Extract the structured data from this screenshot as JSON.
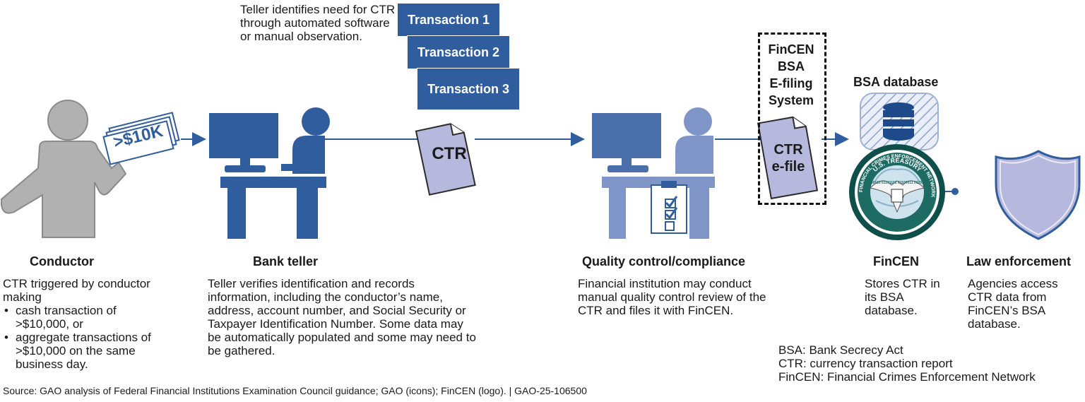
{
  "steps": {
    "conductor": {
      "title": "Conductor",
      "intro": "CTR triggered by conductor making",
      "bullets": [
        "cash transaction of >$10,000, or",
        "aggregate transactions of >$10,000 on the same business day."
      ]
    },
    "teller": {
      "title": "Bank teller",
      "desc": "Teller verifies identification and records information, including the conductor’s name, address, account number, and Social Security or Taxpayer Identification Number. Some data may be automatically populated and some may need to be gathered."
    },
    "qc": {
      "title": "Quality control/compliance",
      "desc": "Financial institution may conduct manual quality control review of the CTR and files it with FinCEN."
    },
    "fincen": {
      "title": "FinCEN",
      "desc": "Stores CTR in its BSA database."
    },
    "law": {
      "title": "Law enforcement",
      "desc": "Agencies access CTR data from FinCEN’s BSA database."
    }
  },
  "teller_note": "Teller identifies need for CTR through automated software or manual observation.",
  "money_label": ">$10K",
  "transactions": [
    "Transaction 1",
    "Transaction 2",
    "Transaction 3"
  ],
  "ctr_doc": "CTR",
  "efile": {
    "title_lines": [
      "FinCEN",
      "BSA",
      "E-filing",
      "System"
    ],
    "doc_lines": [
      "CTR",
      "e-file"
    ]
  },
  "bsa_database": "BSA database",
  "seal": {
    "top": "U.S. TREASURY",
    "ring": "FINANCIAL CRIMES ENFORCEMENT NETWORK",
    "binary": "01000110  01101101  01100011  01101110"
  },
  "glossary": [
    "BSA: Bank Secrecy Act",
    "CTR: currency transaction report",
    "FinCEN: Financial Crimes Enforcement Network"
  ],
  "source": "Source: GAO analysis of Federal Financial Institutions Examination Council guidance; GAO (icons); FinCEN (logo).  |  GAO-25-106500",
  "colors": {
    "blue_dark": "#2f5d9e",
    "blue_mid": "#4a6fab",
    "blue_light": "#7f95c8",
    "doc_fill": "#b6b9dd",
    "person_gray": "#b1b1b1",
    "line": "#2f5d9e"
  }
}
